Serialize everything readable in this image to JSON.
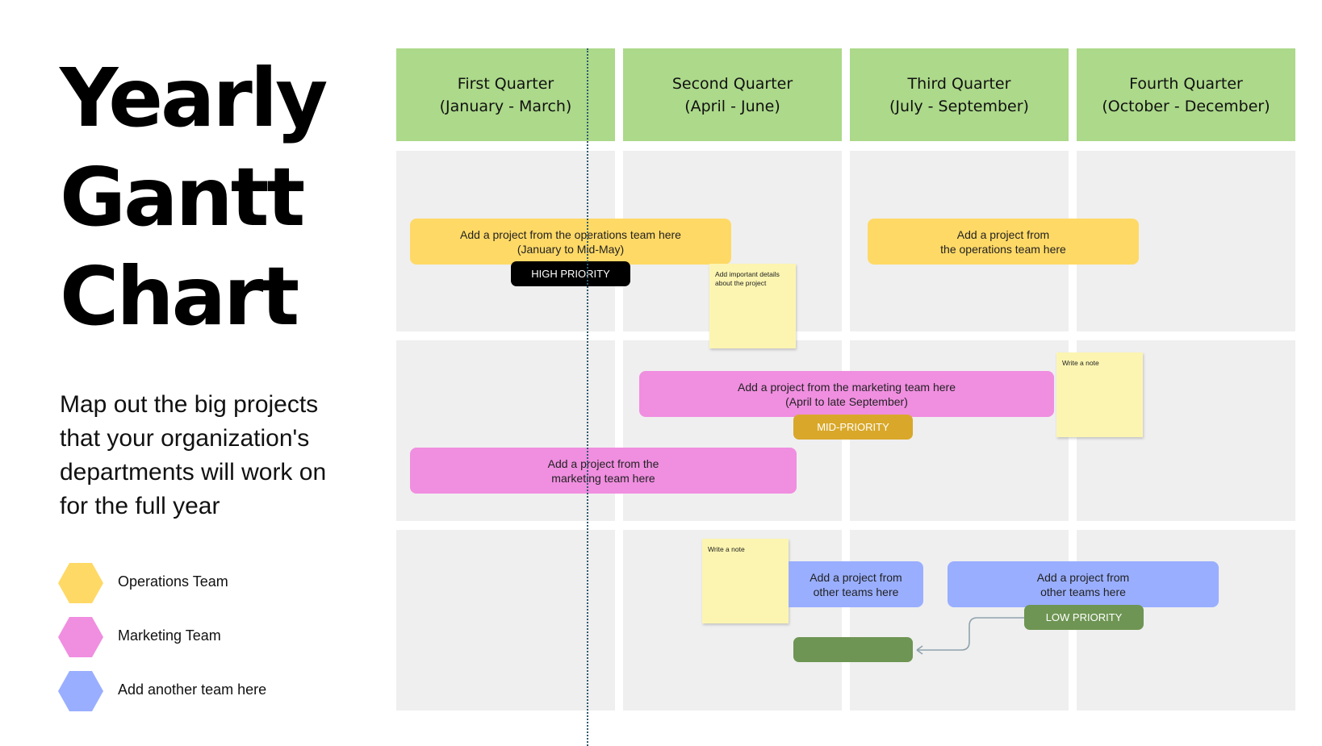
{
  "title": {
    "line1": "Yearly",
    "line2": "Gantt",
    "line3": "Chart"
  },
  "subtitle": "Map out the big projects that your organization's departments will work on for the full year",
  "legend": [
    {
      "label": "Operations Team",
      "color": "#ffd966",
      "icon": "hexagon-icon"
    },
    {
      "label": "Marketing Team",
      "color": "#f08ee0",
      "icon": "hexagon-icon"
    },
    {
      "label": "Add another team here",
      "color": "#99aeff",
      "icon": "hexagon-icon"
    }
  ],
  "quarters": [
    {
      "name": "First Quarter",
      "range": "(January - March)"
    },
    {
      "name": "Second Quarter",
      "range": "(April - June)"
    },
    {
      "name": "Third Quarter",
      "range": "(July - September)"
    },
    {
      "name": "Fourth Quarter",
      "range": "(October - December)"
    }
  ],
  "bars": {
    "ops_1": {
      "line1": "Add a project from the operations team here",
      "line2": "(January to Mid-May)"
    },
    "ops_2": {
      "line1": "Add a project from",
      "line2": "the operations team here"
    },
    "mkt_1": {
      "line1": "Add a project from the marketing team here",
      "line2": "(April to late September)"
    },
    "mkt_2": {
      "line1": "Add a project from the",
      "line2": "marketing team here"
    },
    "other_1": {
      "line1": "Add a project from",
      "line2": "other teams here"
    },
    "other_2": {
      "line1": "Add a project from",
      "line2": "other teams here"
    }
  },
  "badges": {
    "high": "HIGH PRIORITY",
    "mid": "MID-PRIORITY",
    "low": "LOW PRIORITY"
  },
  "notes": {
    "note_1": "Add important details about the project",
    "note_2": "Write a note",
    "note_3": "Write a note"
  },
  "colors": {
    "header": "#acd98a",
    "operations": "#ffd966",
    "marketing": "#f08ee0",
    "other": "#99aeff",
    "high_priority": "#000000",
    "mid_priority": "#d9a82a",
    "low_priority": "#6e9553",
    "sticky": "#fcf5b1"
  }
}
